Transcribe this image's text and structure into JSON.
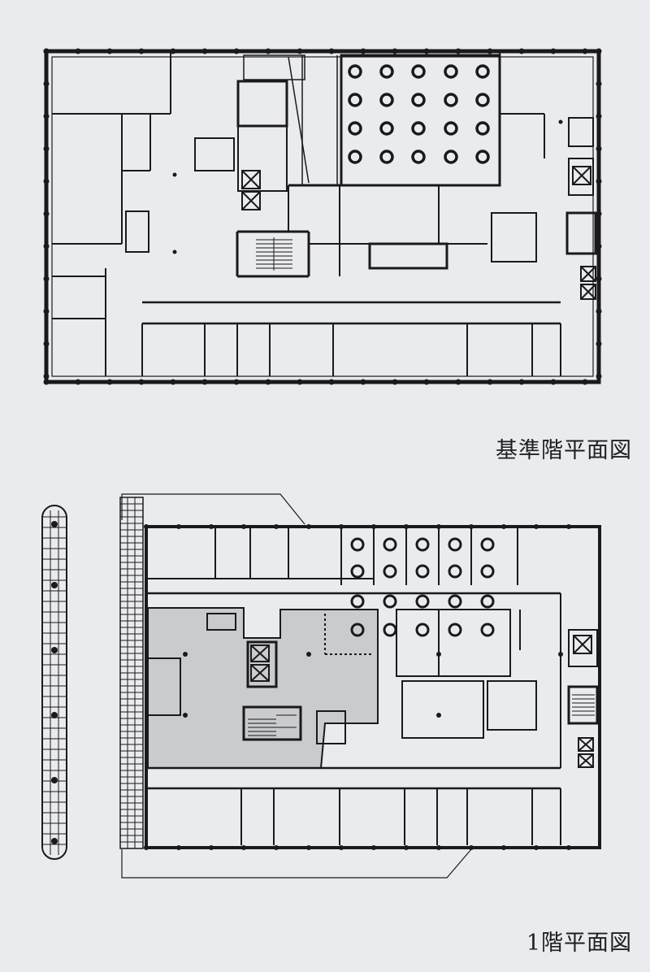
{
  "captions": {
    "typical_floor": "基準階平面図",
    "ground_floor": "1階平面図"
  },
  "colors": {
    "background": "#e9ebee",
    "wall": "#1a1a1a",
    "shaded_hall": "#c9cbcf"
  },
  "icons": {
    "column": "filled-dot",
    "round_table": "circle-ring",
    "elevator": "box-with-x",
    "stair": "hatched-stair"
  }
}
